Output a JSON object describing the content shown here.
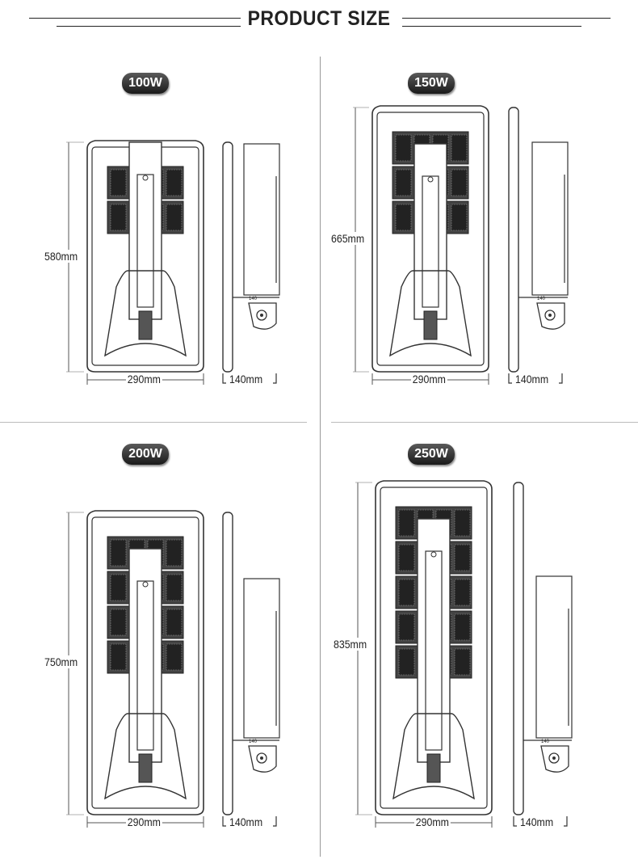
{
  "header": {
    "title": "PRODUCT SIZE"
  },
  "models": [
    {
      "power": "100W",
      "height": "580mm",
      "width": "290mm",
      "depth": "140mm",
      "side_mark": "140",
      "module_rows": 2
    },
    {
      "power": "150W",
      "height": "665mm",
      "width": "290mm",
      "depth": "140mm",
      "side_mark": "140",
      "module_rows": 3
    },
    {
      "power": "200W",
      "height": "750mm",
      "width": "290mm",
      "depth": "140mm",
      "side_mark": "140",
      "module_rows": 4
    },
    {
      "power": "250W",
      "height": "835mm",
      "width": "290mm",
      "depth": "140mm",
      "side_mark": "140",
      "module_rows": 5
    }
  ]
}
